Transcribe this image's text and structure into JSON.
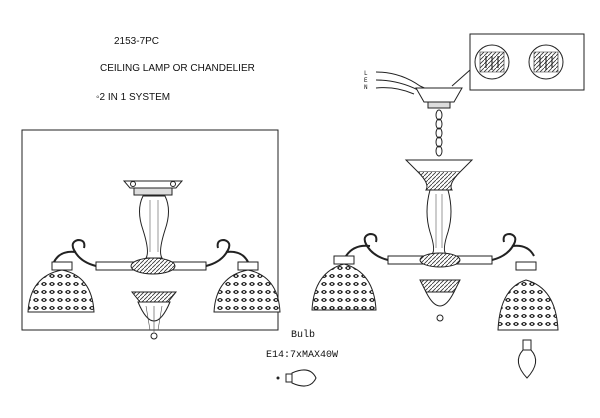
{
  "header": {
    "model": "2153-7PC",
    "type": "CEILING LAMP OR  CHANDELIER",
    "system": "◦2 IN 1 SYSTEM"
  },
  "bulb": {
    "label": "Bulb",
    "spec": "E14:7xMAX40W"
  },
  "wiring": {
    "labels": [
      "L",
      "E",
      "N"
    ]
  }
}
